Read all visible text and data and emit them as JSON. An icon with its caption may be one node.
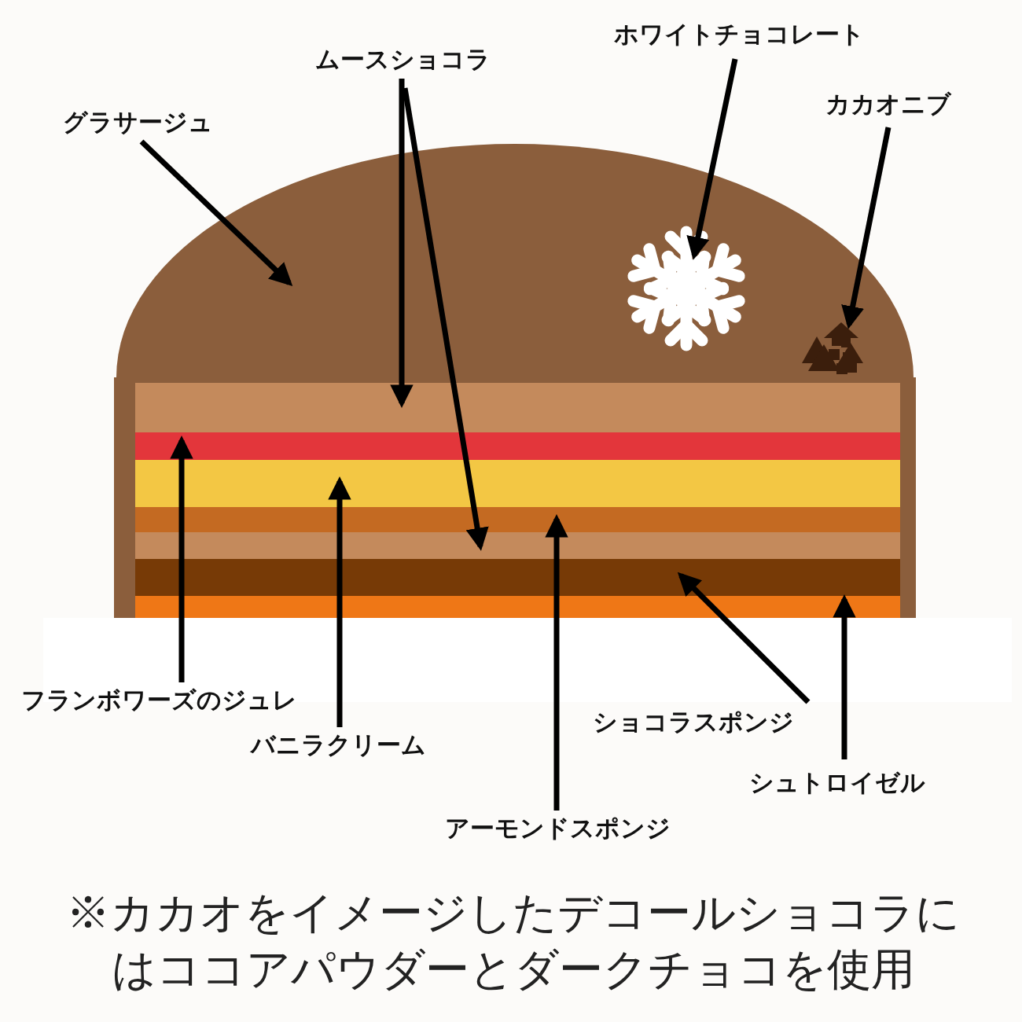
{
  "diagram": {
    "caption": "※カカオをイメージしたデコールショコラにはココアパウダーとダークチョコを使用",
    "nodes": [
      {
        "text": [
          "グラサージュ"
        ]
      },
      {
        "text": [
          "ムースショコラ"
        ]
      },
      {
        "text": [
          "ホワイトチョコレート"
        ]
      },
      {
        "text": [
          "カカオニブ"
        ]
      },
      {
        "text": [],
        "shape": "dome"
      },
      {
        "text": [],
        "shape": "picture",
        "in": 4
      },
      {
        "text": [],
        "shape": "picture",
        "in": 4
      },
      {
        "text": [],
        "shape": "bar"
      },
      {
        "text": [],
        "shape": "bar"
      },
      {
        "text": [],
        "shape": "bar"
      },
      {
        "text": [],
        "shape": "bar"
      },
      {
        "text": [],
        "shape": "bar"
      },
      {
        "text": [],
        "shape": "bar"
      },
      {
        "text": [],
        "shape": "bar"
      },
      {
        "text": [
          "フランボワーズのジュレ"
        ]
      },
      {
        "text": [
          "バニラクリーム"
        ]
      },
      {
        "text": [
          "ショコラスポンジ"
        ]
      },
      {
        "text": [
          "シュトロイゼル"
        ]
      },
      {
        "text": [
          "アーモンドスポンジ"
        ]
      }
    ],
    "edges": [
      {
        "from": 0,
        "to": 4,
        "arrow": "to"
      },
      {
        "from": 1,
        "to": 7,
        "arrow": "to"
      },
      {
        "from": 1,
        "to": 11,
        "arrow": "to"
      },
      {
        "from": 2,
        "to": 5,
        "arrow": "to"
      },
      {
        "from": 3,
        "to": 6,
        "arrow": "to"
      },
      {
        "from": 14,
        "to": 8,
        "arrow": "to"
      },
      {
        "from": 15,
        "to": 9,
        "arrow": "to"
      },
      {
        "from": 18,
        "to": 10,
        "arrow": "to"
      },
      {
        "from": 16,
        "to": 12,
        "arrow": "to"
      },
      {
        "from": 17,
        "to": 13,
        "arrow": "to"
      }
    ]
  }
}
